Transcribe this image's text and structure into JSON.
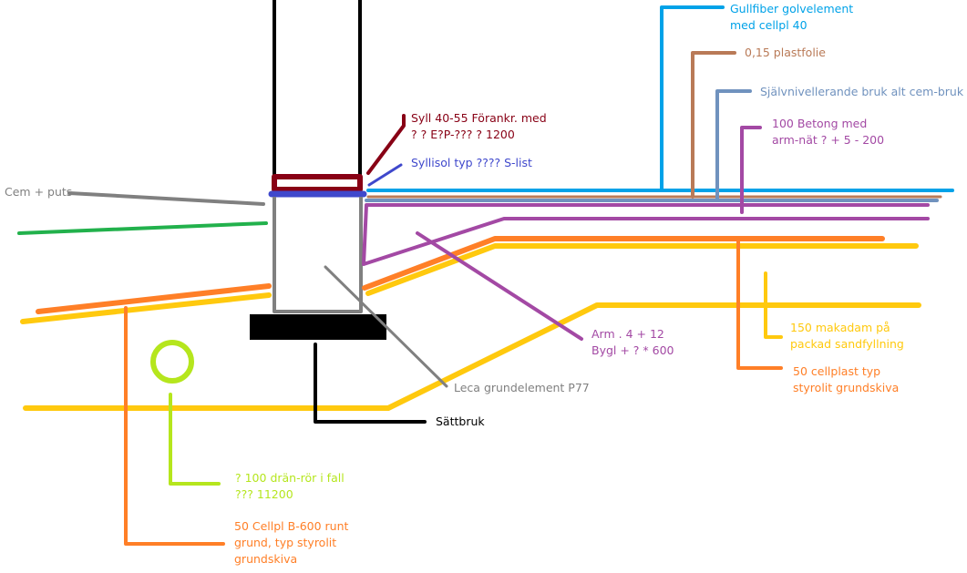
{
  "colors": {
    "black": "#000000",
    "gray": "#808080",
    "darkred": "#880015",
    "blue": "#3f48cc",
    "skyblue": "#00a2e8",
    "brown": "#b97a57",
    "steelblue": "#7092be",
    "purple": "#a349a4",
    "orange": "#ff7f27",
    "yellow": "#ffc90e",
    "green": "#22b14c",
    "lime": "#b5e61d"
  },
  "labels": {
    "syll": [
      "Syll 40-55 Förankr. med",
      "? ?  E?P-???     ? 1200"
    ],
    "syllisol": [
      "Syllisol typ ???? S-list"
    ],
    "gullfiber": [
      "Gullfiber golvelement",
      "med cellpl 40"
    ],
    "plastfolie": [
      "0,15 plastfolie"
    ],
    "sjalvniv": [
      "Självnivellerande bruk alt cem-bruk"
    ],
    "betong": [
      "100 Betong med",
      "arm-nät ? + 5 - 200"
    ],
    "cem_puts": [
      "Cem + puts"
    ],
    "arm": [
      "Arm . 4 + 12",
      "Bygl + ? * 600"
    ],
    "makadam": [
      "150 makadam på",
      "packad sandfyllning"
    ],
    "cellplast": [
      "50 cellplast typ",
      "styrolit grundskiva"
    ],
    "leca": [
      "Leca grundelement P77"
    ],
    "sattbruk": [
      "Sättbruk"
    ],
    "dran": [
      "? 100 drän-rör i fall",
      "??? 11200"
    ],
    "cellpl_runt": [
      "50 Cellpl B-600 runt",
      "grund, typ styrolit",
      "grundskiva"
    ]
  }
}
